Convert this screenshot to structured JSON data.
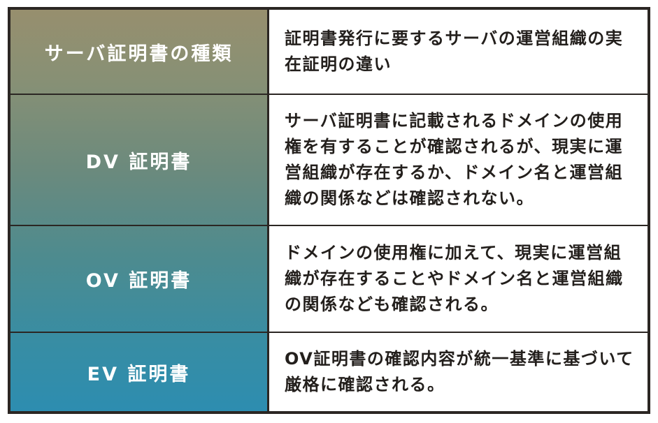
{
  "table": {
    "header": {
      "label": "サーバ証明書の種類",
      "description": "証明書発行に要するサーバの運営組織の実在証明の違い"
    },
    "rows": [
      {
        "label": "DV 証明書",
        "description": "サーバ証明書に記載されるドメインの使用権を有することが確認されるが、現実に運営組織が存在するか、ドメイン名と運営組織の関係などは確認されない。"
      },
      {
        "label": "OV 証明書",
        "description": "ドメインの使用権に加えて、現実に運営組織が存在することやドメイン名と運営組織の関係なども確認される。"
      },
      {
        "label": "EV 証明書",
        "description": "OV証明書の確認内容が統一基準に基づいて厳格に確認される。"
      }
    ]
  },
  "colors": {
    "border": "#2b2623",
    "gradient_top": "#978f6e",
    "gradient_bottom": "#2d8db0",
    "label_text": "#ffffff",
    "body_text": "#231f1c"
  }
}
